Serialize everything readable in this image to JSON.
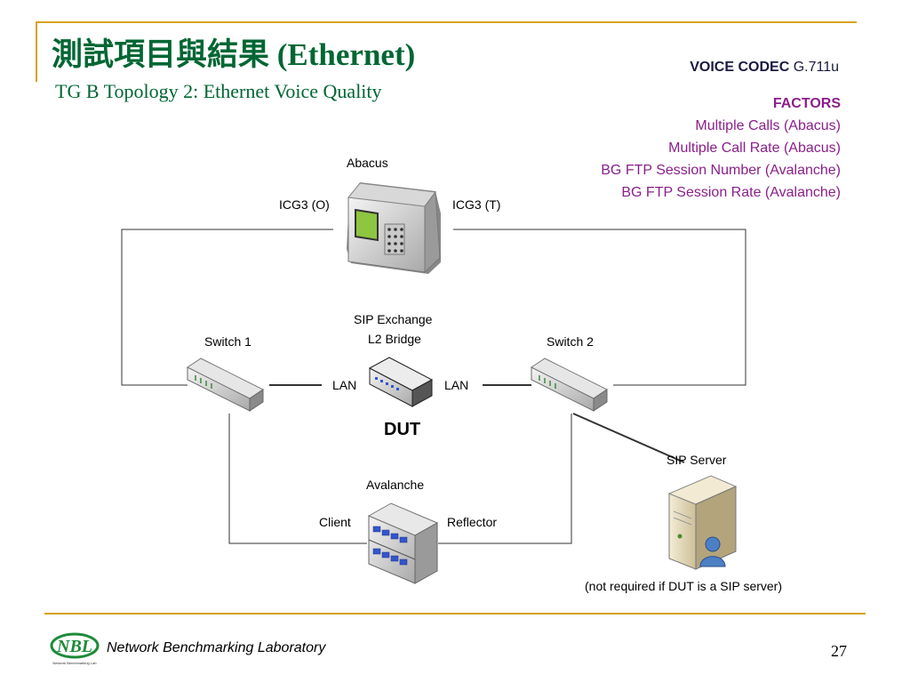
{
  "slide": {
    "title": "測試項目與結果 (Ethernet)",
    "subtitle": "TG B Topology 2: Ethernet Voice Quality",
    "codec_label": "VOICE CODEC",
    "codec_value": "G.711u",
    "factors_heading": "FACTORS",
    "factors": [
      "Multiple Calls (Abacus)",
      "Multiple Call Rate (Abacus)",
      "BG FTP Session Number (Avalanche)",
      "BG FTP Session Rate (Avalanche)"
    ],
    "page_number": "27"
  },
  "diagram": {
    "abacus": "Abacus",
    "icg_o": "ICG3 (O)",
    "icg_t": "ICG3 (T)",
    "sip_exchange": "SIP Exchange",
    "l2_bridge": "L2 Bridge",
    "switch1": "Switch 1",
    "switch2": "Switch 2",
    "lan_left": "LAN",
    "lan_right": "LAN",
    "dut": "DUT",
    "sip_server": "SIP Server",
    "avalanche": "Avalanche",
    "client": "Client",
    "reflector": "Reflector",
    "sip_note": "(not required if DUT is a SIP server)"
  },
  "footer": {
    "org": "Network Benchmarking Laboratory",
    "logo_text": "NBL",
    "logo_subtext": "Network Benchmarking Lab"
  },
  "colors": {
    "accent": "#d6a21e",
    "title": "#006633",
    "factors": "#8a1f8a"
  }
}
